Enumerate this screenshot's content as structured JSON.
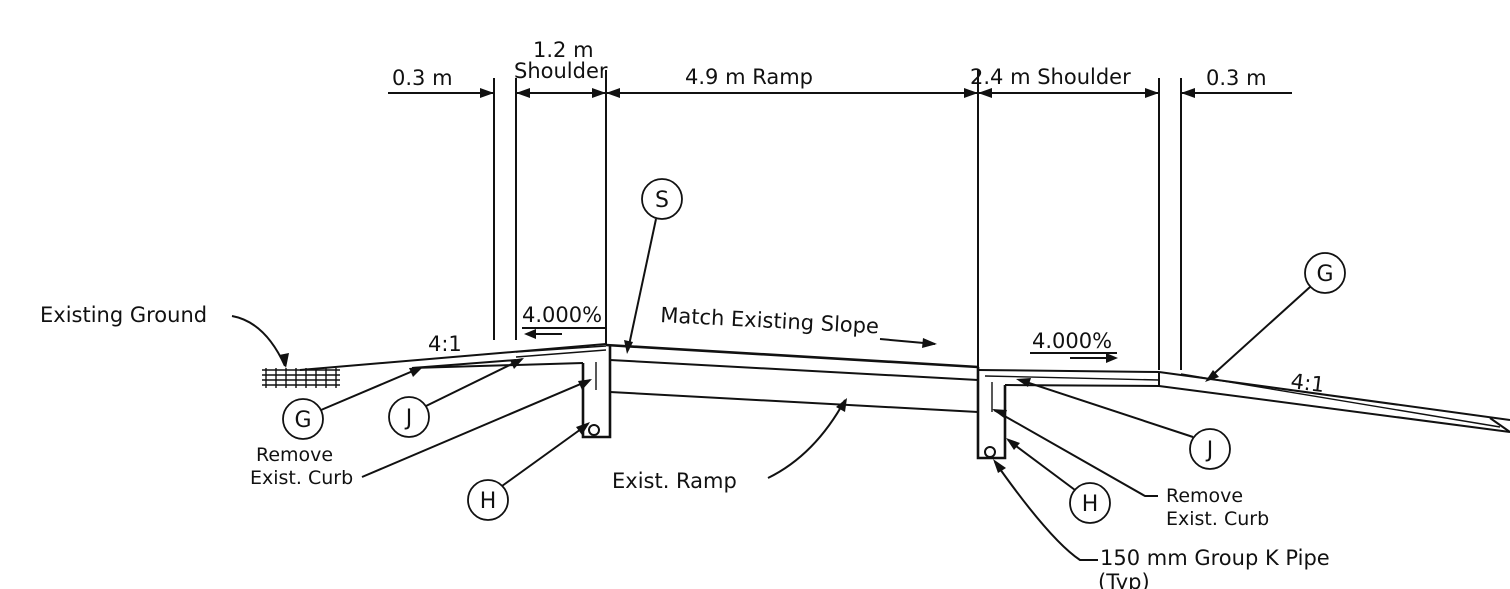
{
  "dimensions": {
    "left_gap": "0.3 m",
    "left_shoulder_width": "1.2 m",
    "left_shoulder_label": "Shoulder",
    "ramp": "4.9 m Ramp",
    "right_shoulder": "2.4 m Shoulder",
    "right_gap": "0.3 m"
  },
  "slopes": {
    "left_side_slope": "4:1",
    "left_shoulder_slope": "4.000%",
    "ramp_slope": "Match Existing Slope",
    "right_shoulder_slope": "4.000%",
    "right_side_slope": "4:1"
  },
  "labels": {
    "existing_ground": "Existing Ground",
    "remove_curb_left_1": "Remove",
    "remove_curb_left_2": "Exist. Curb",
    "exist_ramp": "Exist. Ramp",
    "remove_curb_right_1": "Remove",
    "remove_curb_right_2": "Exist. Curb",
    "pipe_1": "150 mm Group K Pipe",
    "pipe_2": "(Typ)"
  },
  "callouts": {
    "s": "S",
    "g_left": "G",
    "j_left": "J",
    "h_left": "H",
    "g_right": "G",
    "j_right": "J",
    "h_right": "H"
  }
}
